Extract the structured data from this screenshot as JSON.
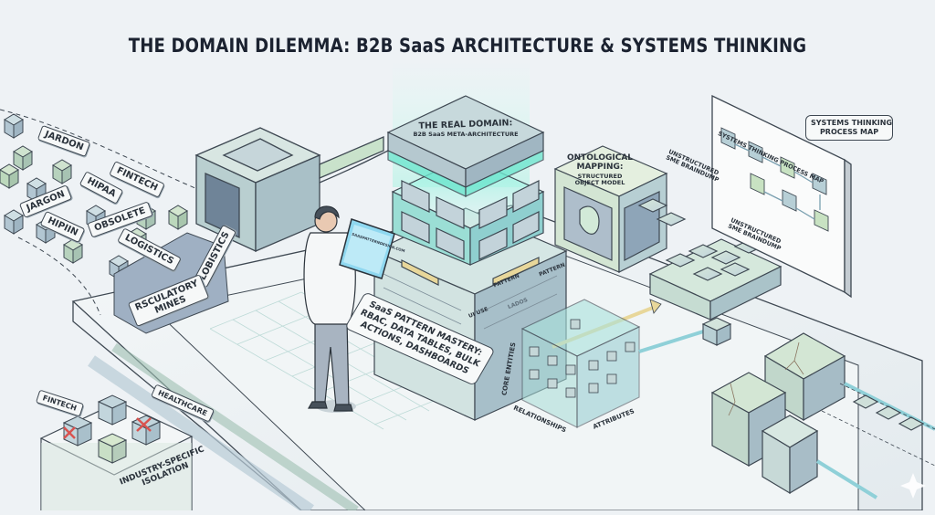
{
  "title": "THE DOMAIN DILEMMA: B2B SaaS ARCHITECTURE & SYSTEMS THINKING",
  "colors": {
    "background": "#eef2f5",
    "cube_blue": "#b7cbd6",
    "cube_green": "#c3dcc6",
    "glow_teal": "#5fe6cf",
    "accent_yellow": "#e8d79a",
    "outline": "#3e4852"
  },
  "left_chaos": {
    "labels": [
      "JARDON",
      "JARGON",
      "HIPAA",
      "FINTECH",
      "HIPIIN",
      "OBSOLETE",
      "LOGISTICS",
      "LOBISTICS"
    ],
    "regulatory_label": "RSCULATORY\nMINES"
  },
  "center": {
    "core_title": "THE REAL DOMAIN:",
    "core_subtitle": "B2B SaaS META-ARCHITECTURE",
    "tablet_text": "SAASPATTERNDESIGN.COM",
    "pattern_labels": [
      "PATTERN",
      "PATTERN",
      "UI USE",
      "LADOS",
      "UI"
    ],
    "saas_card": "SaaS PATTERN MASTERY:\nRBAC, DATA TABLES, BULK\nACTIONS, DASHBOARDS"
  },
  "ontology": {
    "title": "ONTOLOGICAL\nMAPPING:",
    "subtitle": "STRUCTURED\nOBJECT MODEL",
    "unstructured_1": "UNSTRUCTURED\nSME BRAINDUMP",
    "unstructured_2": "UNSTRUCTURED\nSME BRAINDUMP"
  },
  "entity_cube": {
    "side_label": "CORE ENTITIES",
    "bottom_left_label": "RELATIONSHIPS",
    "bottom_right_label": "ATTRIBUTES"
  },
  "process_map": {
    "board_title": "SYSTEMS THINKING PROCESS MAP",
    "card": "SYSTEMS THINKING\nPROCESS MAP"
  },
  "isolation": {
    "fintech_label": "FINTECH",
    "healthcare_label": "HEALTHCARE",
    "caption": "INDUSTRY-SPECIFIC\nISOLATION"
  }
}
